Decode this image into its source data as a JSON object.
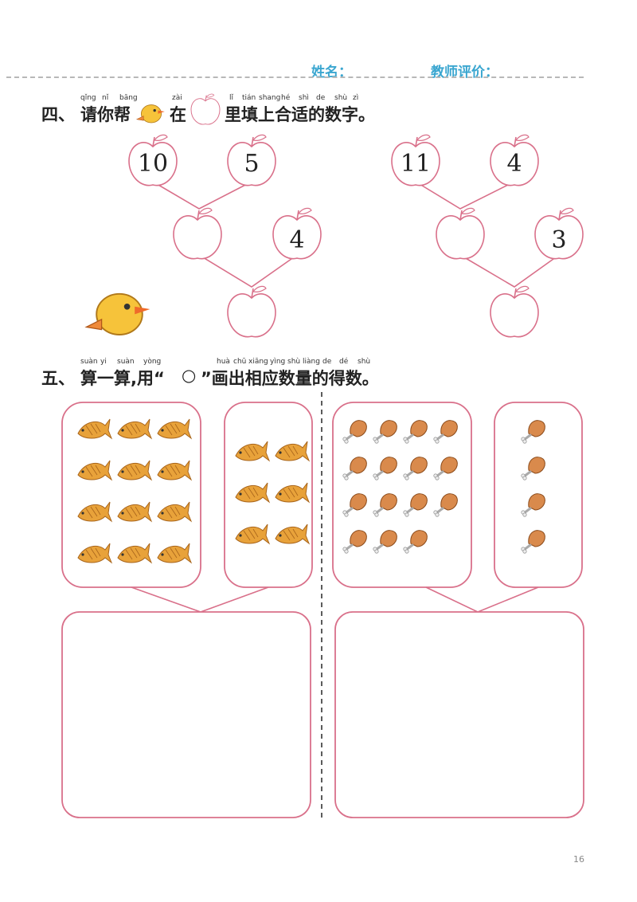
{
  "header": {
    "name_label": "姓名：",
    "teacher_label": "教师评价："
  },
  "section4": {
    "number": "四、",
    "pinyin": [
      "qǐng",
      "nǐ",
      "bāng",
      "zài",
      "lǐ",
      "tián",
      "shang",
      "hé",
      "shì",
      "de",
      "shù",
      "zì"
    ],
    "text_a": "请你帮",
    "text_b": "在",
    "text_c": "里填上合适的数字。",
    "tree_left": {
      "top_left": "10",
      "top_right": "5",
      "mid_right": "4"
    },
    "tree_right": {
      "top_left": "11",
      "top_right": "4",
      "mid_right": "3"
    }
  },
  "section5": {
    "number": "五、",
    "pinyin": [
      "suàn",
      "yi",
      "suàn",
      "yòng",
      "huà",
      "chū",
      "xiāng",
      "yìng",
      "shù",
      "liàng",
      "de",
      "dé",
      "shù"
    ],
    "text_a": "算一算,用“",
    "circle_glyph": "○",
    "text_b": "”画出相应数量的得数。",
    "left_group": {
      "box1_count": 12,
      "box2_count": 6,
      "icon": "fish-icon"
    },
    "right_group": {
      "box1_count": 15,
      "box2_count": 4,
      "icon": "chicken-leg-icon"
    }
  },
  "page_number": "16",
  "colors": {
    "header_blue": "#3aa6d0",
    "pink_stroke": "#d9708a",
    "fish_orange": "#e8a23a",
    "chicken_tan": "#d98a4c"
  }
}
